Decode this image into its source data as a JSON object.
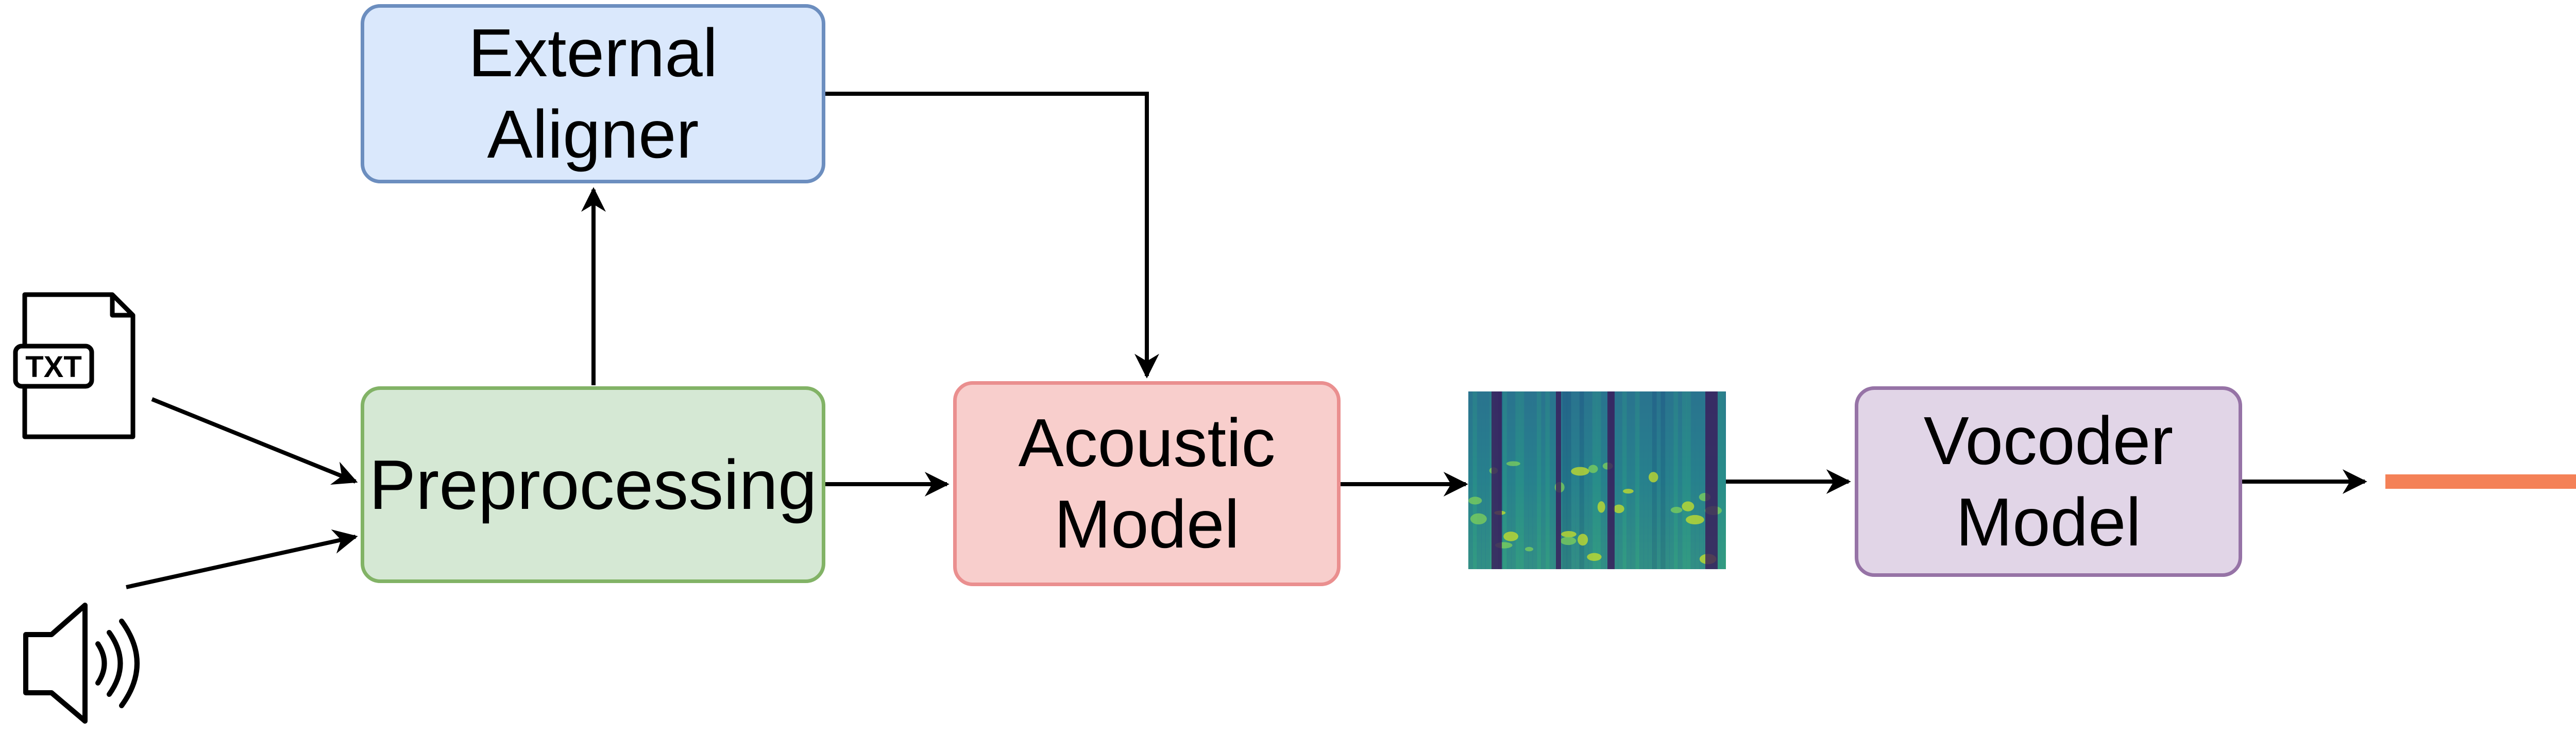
{
  "diagram": {
    "nodes": {
      "external_aligner": {
        "label": "External\nAligner",
        "fill": "#dae8fc",
        "stroke": "#6c8ebf"
      },
      "preprocessing": {
        "label": "Preprocessing",
        "fill": "#d5e8d4",
        "stroke": "#82b366"
      },
      "acoustic_model": {
        "label": "Acoustic\nModel",
        "fill": "#f8cecc",
        "stroke": "#ea8f8f"
      },
      "vocoder_model": {
        "label": "Vocoder\nModel",
        "fill": "#e1d5e7",
        "stroke": "#9673a6"
      }
    },
    "inputs": {
      "text_file_icon": {
        "label": "TXT"
      },
      "audio_icon": {}
    },
    "edges": [
      {
        "from": "text_file_icon",
        "to": "preprocessing"
      },
      {
        "from": "audio_icon",
        "to": "preprocessing"
      },
      {
        "from": "preprocessing",
        "to": "external_aligner"
      },
      {
        "from": "external_aligner",
        "to": "acoustic_model"
      },
      {
        "from": "preprocessing",
        "to": "acoustic_model"
      },
      {
        "from": "acoustic_model",
        "to": "mel_spectrogram"
      },
      {
        "from": "mel_spectrogram",
        "to": "vocoder_model"
      },
      {
        "from": "vocoder_model",
        "to": "waveform"
      }
    ],
    "colors": {
      "arrow": "#000000",
      "spectrogram_base": "#2b7d8c",
      "spectrogram_dark": "#3b1a5a",
      "spectrogram_bright": "#c9e02a",
      "waveform_core": "#f26b3a",
      "waveform_edge": "#e8b83a",
      "waveform_tips": "#4ec3c3"
    }
  }
}
